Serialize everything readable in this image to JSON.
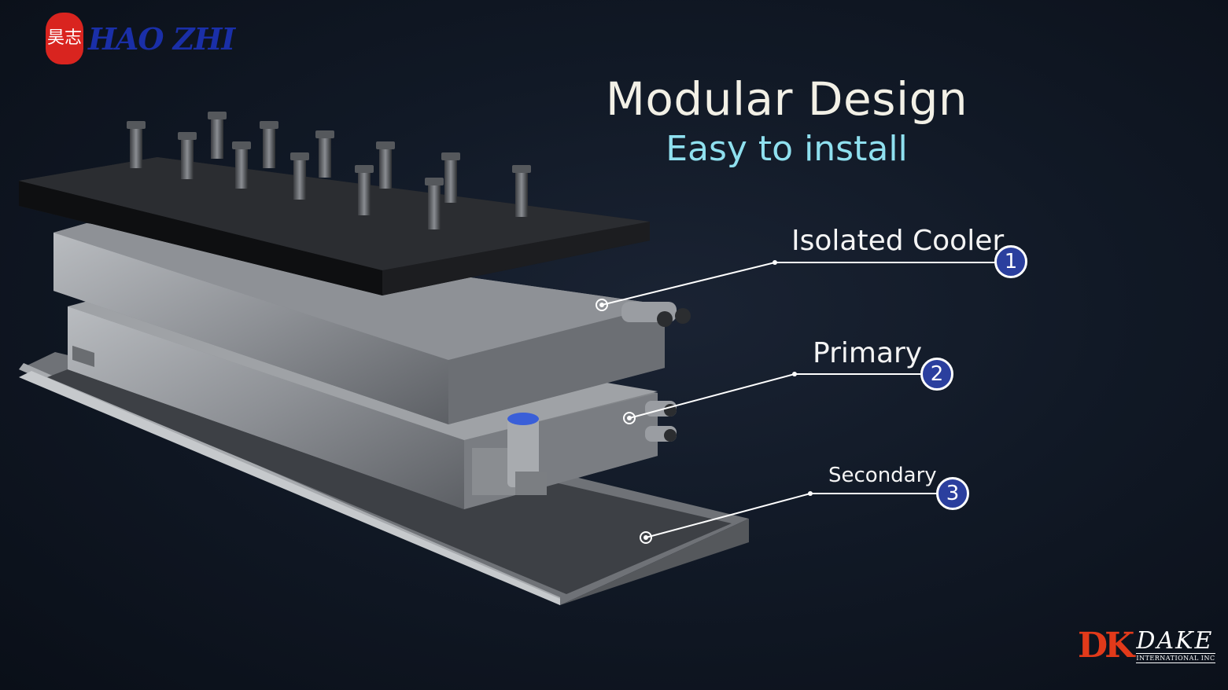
{
  "header": {
    "title": "Modular Design",
    "subtitle": "Easy to install"
  },
  "callouts": [
    {
      "label": "Isolated Cooler",
      "number": "1"
    },
    {
      "label": "Primary",
      "number": "2"
    },
    {
      "label": "Secondary",
      "number": "3"
    }
  ],
  "logos": {
    "top_left": {
      "seal": "昊志",
      "brand": "HAO ZHI"
    },
    "bottom_right": {
      "mark": "DK",
      "name": "DAKE",
      "sub": "INTERNATIONAL INC"
    }
  },
  "colors": {
    "title": "#f2f0e6",
    "subtitle": "#8fe0ef",
    "badge": "#2b3f9e",
    "seal": "#d9241f",
    "brand": "#1a2fa8"
  }
}
